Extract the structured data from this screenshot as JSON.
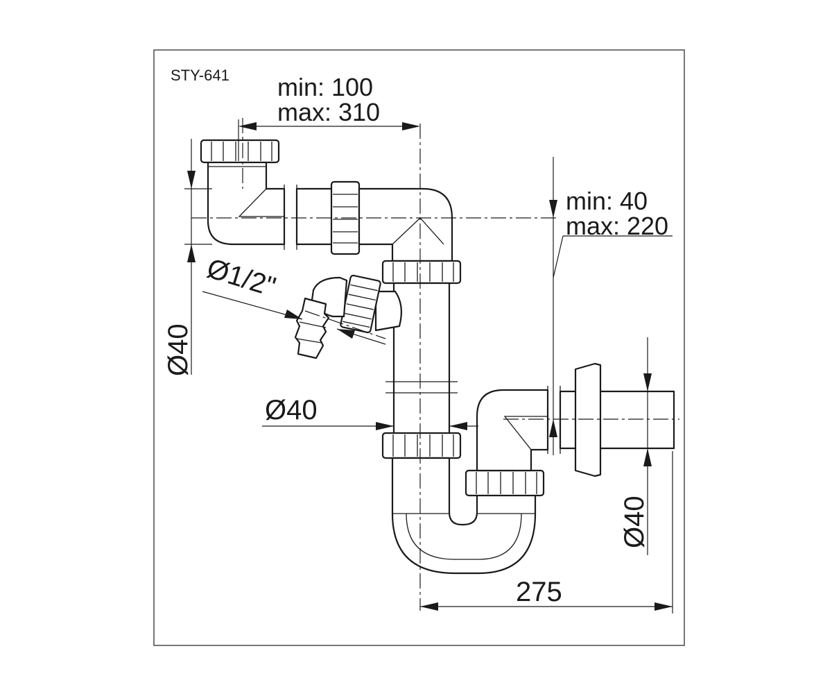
{
  "model": "STY-641",
  "dimensions": {
    "horizontal_adjust": {
      "min": "min: 100",
      "max": "max: 310"
    },
    "vertical_adjust": {
      "min": "min: 40",
      "max": "max: 220"
    },
    "inlet_diameter": "Ø40",
    "side_connector": "Ø1/2\"",
    "pipe_diameter": "Ø40",
    "outlet_diameter": "Ø40",
    "outlet_length": "275"
  },
  "colors": {
    "line": "#1a1a1a",
    "frame": "#555555",
    "background": "#ffffff"
  }
}
